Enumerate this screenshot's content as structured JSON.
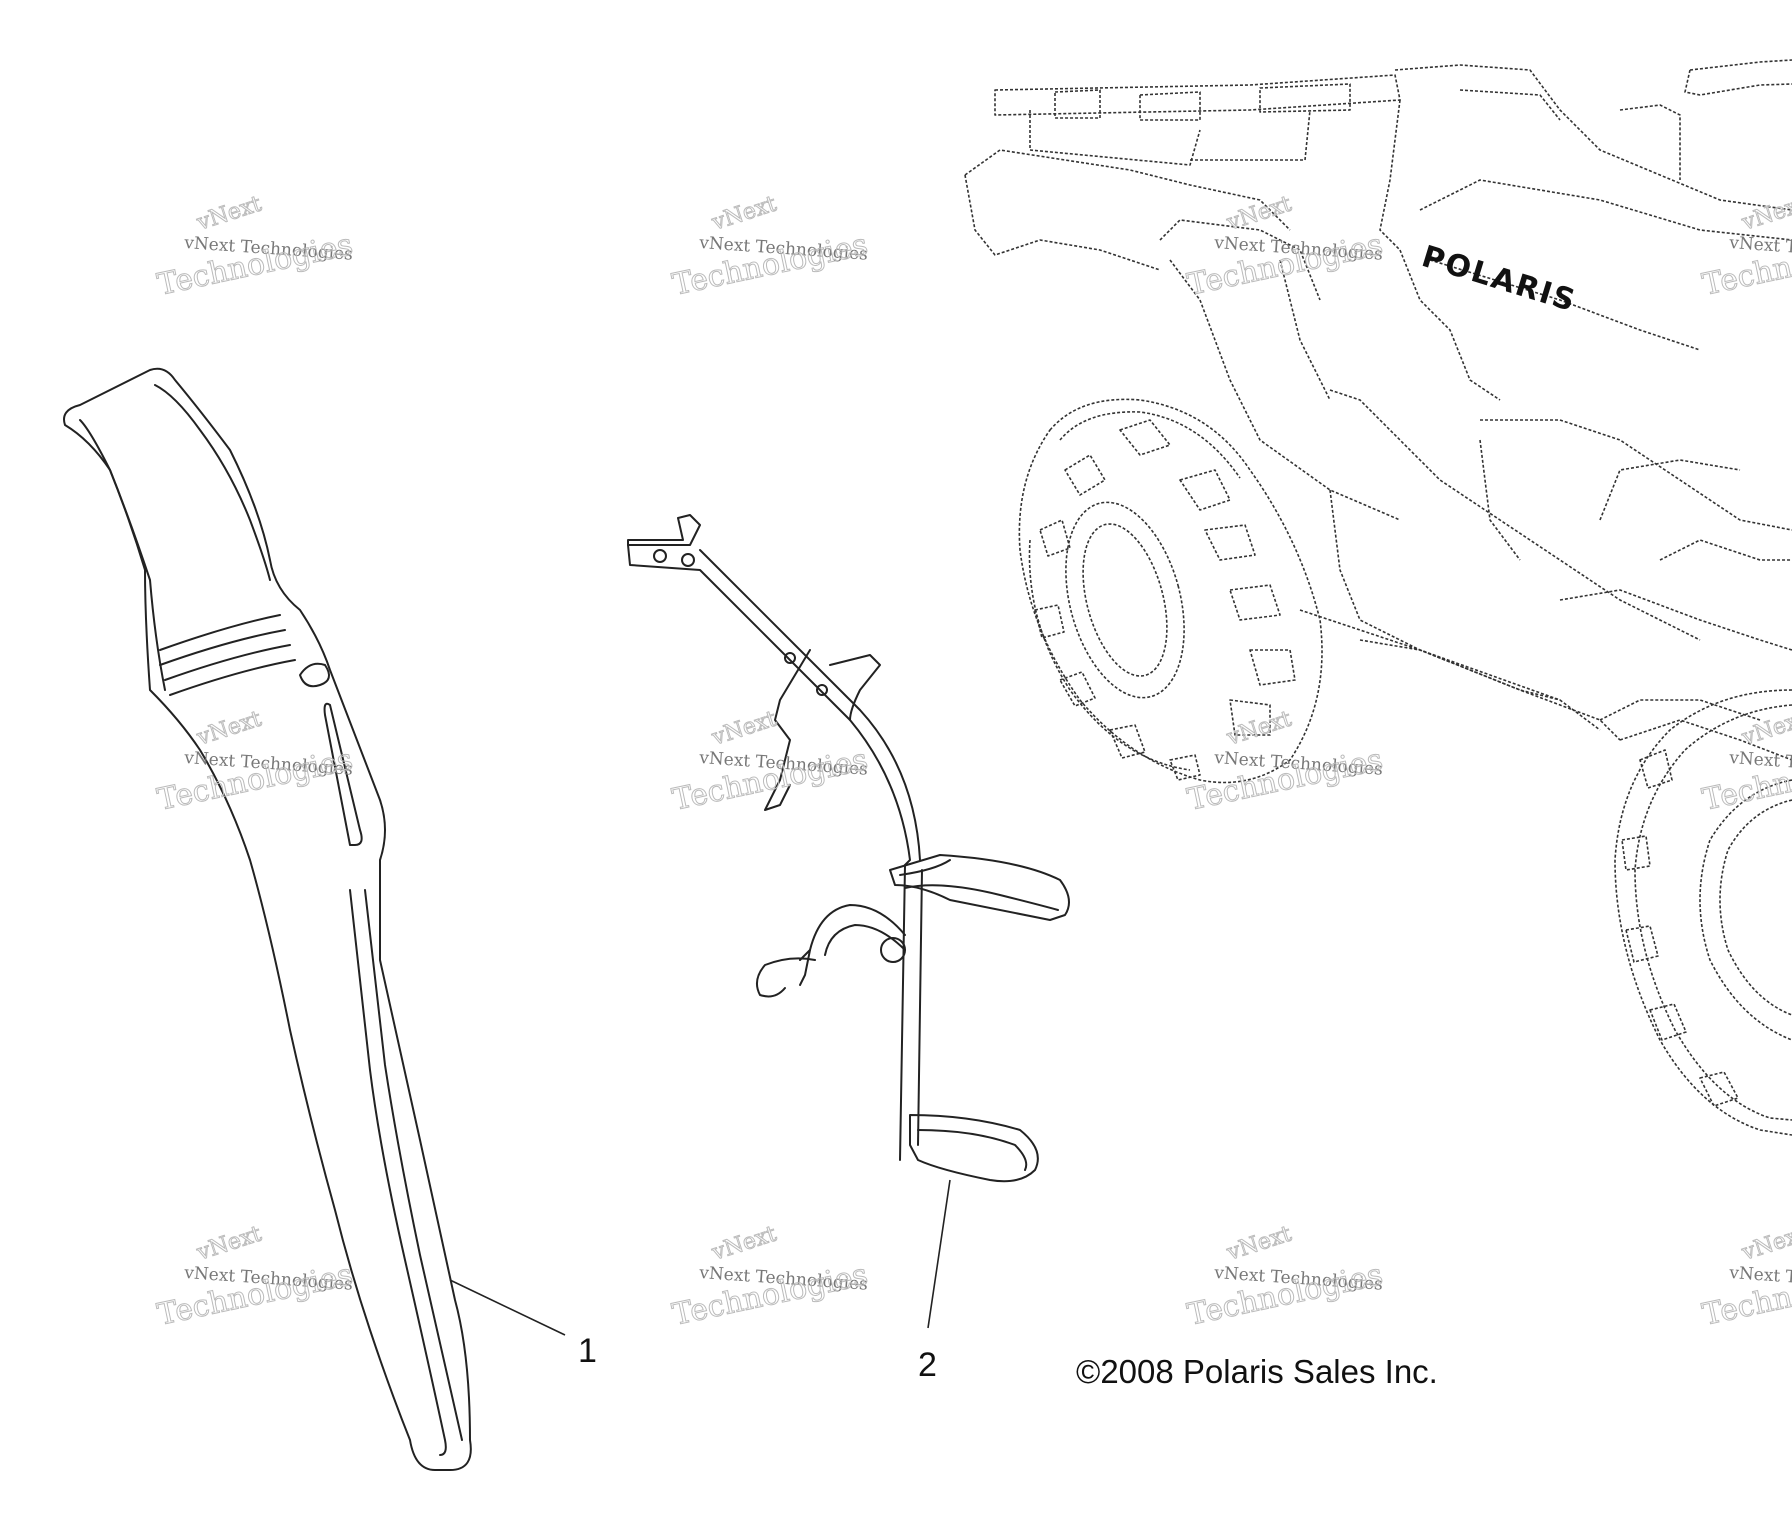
{
  "watermark": {
    "line0": "vNext",
    "line1": "vNext Technologies",
    "line2": "Technologies"
  },
  "callouts": {
    "part1": "1",
    "part2": "2"
  },
  "copyright": "©2008 Polaris Sales Inc.",
  "brand_decal": "POLARIS"
}
